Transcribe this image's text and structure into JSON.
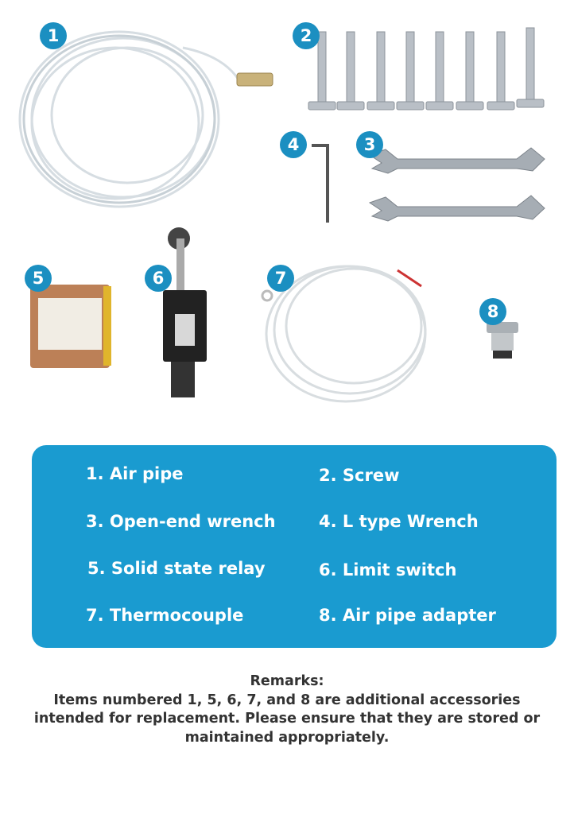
{
  "badges": [
    "1",
    "2",
    "3",
    "4",
    "5",
    "6",
    "7",
    "8"
  ],
  "items": [
    "1. Air pipe",
    "2. Screw",
    "3. Open-end wrench",
    "4. L type Wrench",
    "5. Solid state relay",
    "6. Limit switch",
    "7. Thermocouple",
    "8. Air pipe adapter"
  ],
  "remarks": {
    "title": "Remarks:",
    "body": "Items numbered 1, 5, 6, 7, and 8 are additional accessories intended for replacement. Please ensure that they are stored or maintained appropriately."
  },
  "colors": {
    "accent": "#1a9bd0",
    "badge": "#1b8fc1",
    "text": "#333333"
  }
}
